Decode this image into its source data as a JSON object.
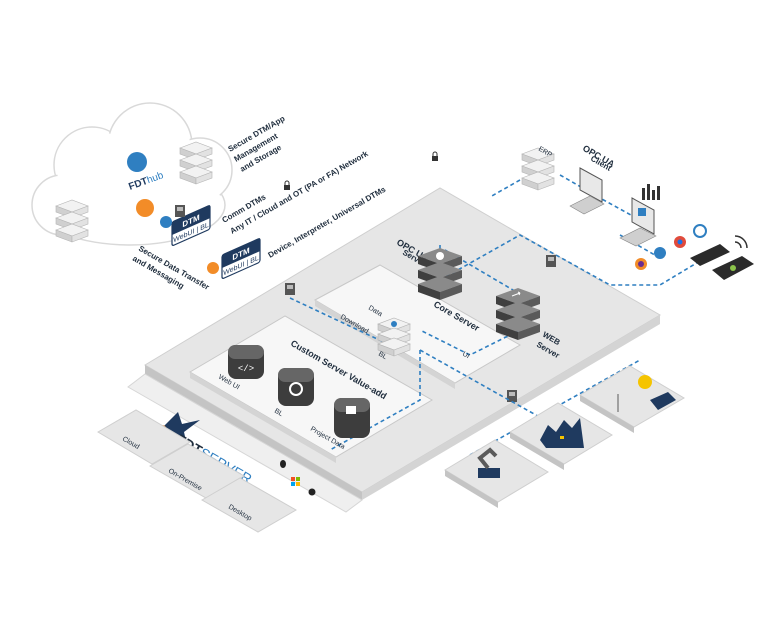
{
  "cloud": {
    "hub_brand": "FDT",
    "hub_suffix": "hub",
    "storage_label_1": "Secure DTM/App",
    "storage_label_2": "Management",
    "storage_label_3": "and Storage",
    "transfer_label_1": "Secure Data Transfer",
    "transfer_label_2": "and Messaging"
  },
  "dtm": {
    "card_title": "DTM",
    "card_sub": "WebUI | BL",
    "comm_label_1": "Comm DTMs",
    "comm_label_2": "Any IT / Cloud and OT (PA or FA) Network",
    "device_label": "Device, Interpreter, Universal DTMs"
  },
  "opc_client": {
    "brand": "OPC UA",
    "label": "Client"
  },
  "opc_server": {
    "brand": "OPC UA",
    "label": "Server"
  },
  "erp": {
    "label": "ERP"
  },
  "core": {
    "title": "Core Server",
    "data": "Data",
    "download": "Download",
    "bl": "BL",
    "ui": "UI"
  },
  "web_server": {
    "line1": "WEB",
    "line2": "Server"
  },
  "custom": {
    "title": "Custom Server Value-add",
    "web_ui": "Web UI",
    "bl": "BL",
    "project_data": "Project Data"
  },
  "fdt_server": {
    "brand": "FDT",
    "suffix": "SERVER"
  },
  "deploy": {
    "cloud": "Cloud",
    "on_premise": "On-Premise",
    "desktop": "Desktop"
  },
  "colors": {
    "accent_blue": "#2f7fc1",
    "accent_orange": "#f28c28",
    "dark_navy": "#1f3a5f",
    "platform_grey": "#dcdcdc",
    "server_dark": "#4a4a4a"
  }
}
